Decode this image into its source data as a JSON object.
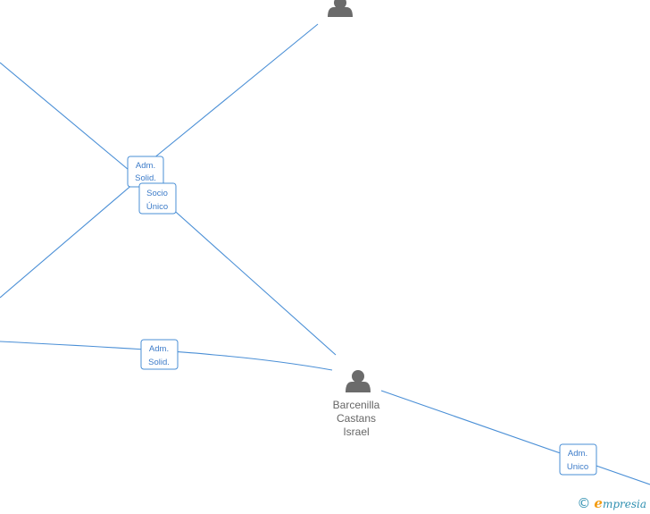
{
  "nodes": {
    "top_person": {
      "label_lines": []
    },
    "barcenilla": {
      "label_lines": [
        "Barcenilla",
        "Castans",
        "Israel"
      ]
    }
  },
  "edges": [
    {
      "label_lines": [
        "Adm.",
        "Solid."
      ]
    },
    {
      "label_lines": [
        "Socio",
        "Único"
      ]
    },
    {
      "label_lines": [
        "Adm.",
        "Solid."
      ]
    },
    {
      "label_lines": [
        "Adm.",
        "Unico"
      ]
    }
  ],
  "brand": {
    "copyright": "©",
    "e_letter": "e",
    "rest": "mpresia"
  },
  "colors": {
    "edge": "#4a8fd6",
    "icon": "#6b6b6b",
    "label_text": "#3d7cc9"
  }
}
